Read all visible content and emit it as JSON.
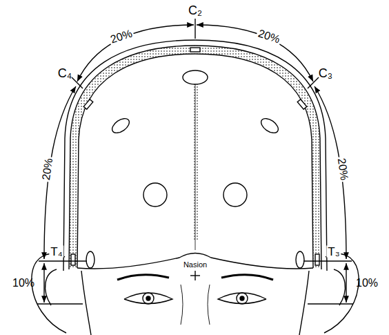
{
  "diagram": {
    "labels": [
      "C₂",
      "20%",
      "20%",
      "C₄",
      "C₃",
      "20%",
      "20%",
      "T₄",
      "T₃",
      "10%",
      "Nasion",
      "10%"
    ]
  }
}
